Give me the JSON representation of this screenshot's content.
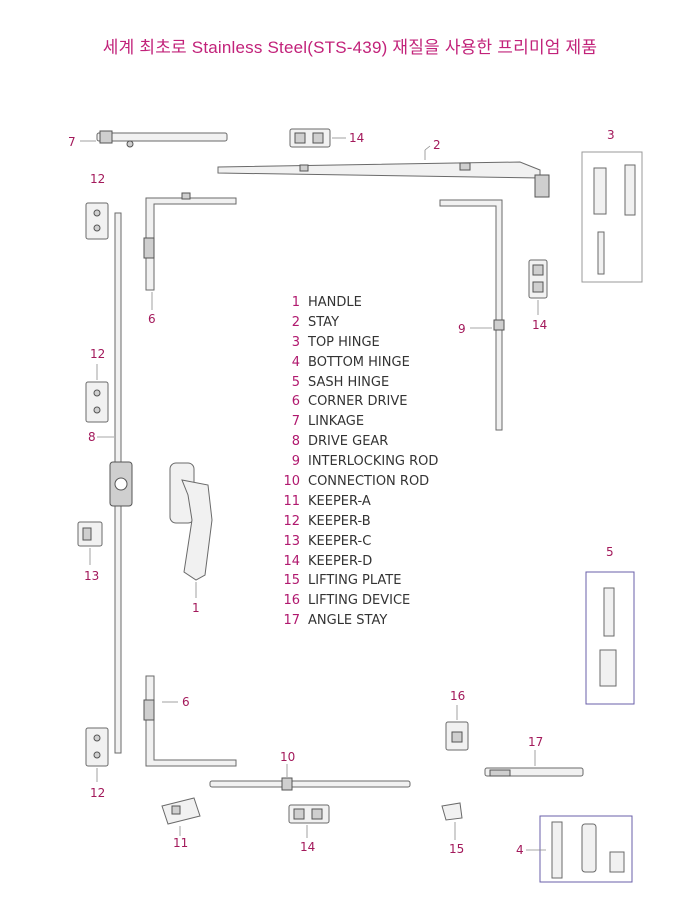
{
  "title": "세계 최초로 Stainless Steel(STS-439) 재질을 사용한 프리미엄 제품",
  "legend": [
    {
      "num": "1",
      "label": "HANDLE"
    },
    {
      "num": "2",
      "label": "STAY"
    },
    {
      "num": "3",
      "label": "TOP HINGE"
    },
    {
      "num": "4",
      "label": "BOTTOM HINGE"
    },
    {
      "num": "5",
      "label": "SASH HINGE"
    },
    {
      "num": "6",
      "label": "CORNER DRIVE"
    },
    {
      "num": "7",
      "label": "LINKAGE"
    },
    {
      "num": "8",
      "label": "DRIVE GEAR"
    },
    {
      "num": "9",
      "label": "INTERLOCKING ROD"
    },
    {
      "num": "10",
      "label": "CONNECTION ROD"
    },
    {
      "num": "11",
      "label": "KEEPER-A"
    },
    {
      "num": "12",
      "label": "KEEPER-B"
    },
    {
      "num": "13",
      "label": "KEEPER-C"
    },
    {
      "num": "14",
      "label": "KEEPER-D"
    },
    {
      "num": "15",
      "label": "LIFTING PLATE"
    },
    {
      "num": "16",
      "label": "LIFTING DEVICE"
    },
    {
      "num": "17",
      "label": "ANGLE STAY"
    }
  ],
  "callouts": {
    "c7": "7",
    "c14a": "14",
    "c2": "2",
    "c3": "3",
    "c12a": "12",
    "c6a": "6",
    "c9": "9",
    "c14b": "14",
    "c12b": "12",
    "c8": "8",
    "c13": "13",
    "c1": "1",
    "c5": "5",
    "c6b": "6",
    "c16": "16",
    "c10": "10",
    "c17": "17",
    "c12c": "12",
    "c11": "11",
    "c14c": "14",
    "c15": "15",
    "c4": "4"
  },
  "colors": {
    "accent": "#c2227a",
    "text": "#333333"
  }
}
